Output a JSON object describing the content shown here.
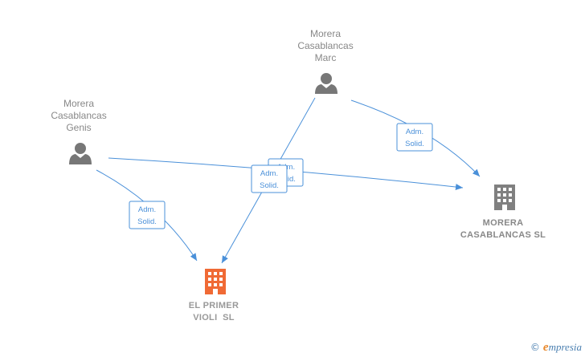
{
  "persons": {
    "marc": {
      "line1": "Morera",
      "line2": "Casablancas",
      "line3": "Marc",
      "icon": "person-icon"
    },
    "genis": {
      "line1": "Morera",
      "line2": "Casablancas",
      "line3": "Genis",
      "icon": "person-icon"
    }
  },
  "companies": {
    "morera": {
      "line1": "MORERA",
      "line2": "CASABLANCAS SL",
      "icon": "building-icon",
      "color": "#808080"
    },
    "violi": {
      "line1": "EL PRIMER",
      "line2": "VIOLI  SL",
      "icon": "building-icon",
      "color": "#f06a35"
    }
  },
  "relations": [
    {
      "from": "Morera Casablancas Marc",
      "to": "MORERA CASABLANCAS SL",
      "line1": "Adm.",
      "line2": "Solid."
    },
    {
      "from": "Morera Casablancas Marc",
      "to": "EL PRIMER VIOLI SL",
      "line1": "Adm.",
      "line2": "Solid."
    },
    {
      "from": "Morera Casablancas Genis",
      "to": "MORERA CASABLANCAS SL",
      "line1": "Adm.",
      "line2": "Solid."
    },
    {
      "from": "Morera Casablancas Genis",
      "to": "EL PRIMER VIOLI SL",
      "line1": "Adm.",
      "line2": "Solid."
    }
  ],
  "brand": {
    "copyright": "©",
    "initial": "e",
    "rest": "mpresia"
  },
  "colors": {
    "edge": "#4a90d9",
    "person": "#777777"
  }
}
